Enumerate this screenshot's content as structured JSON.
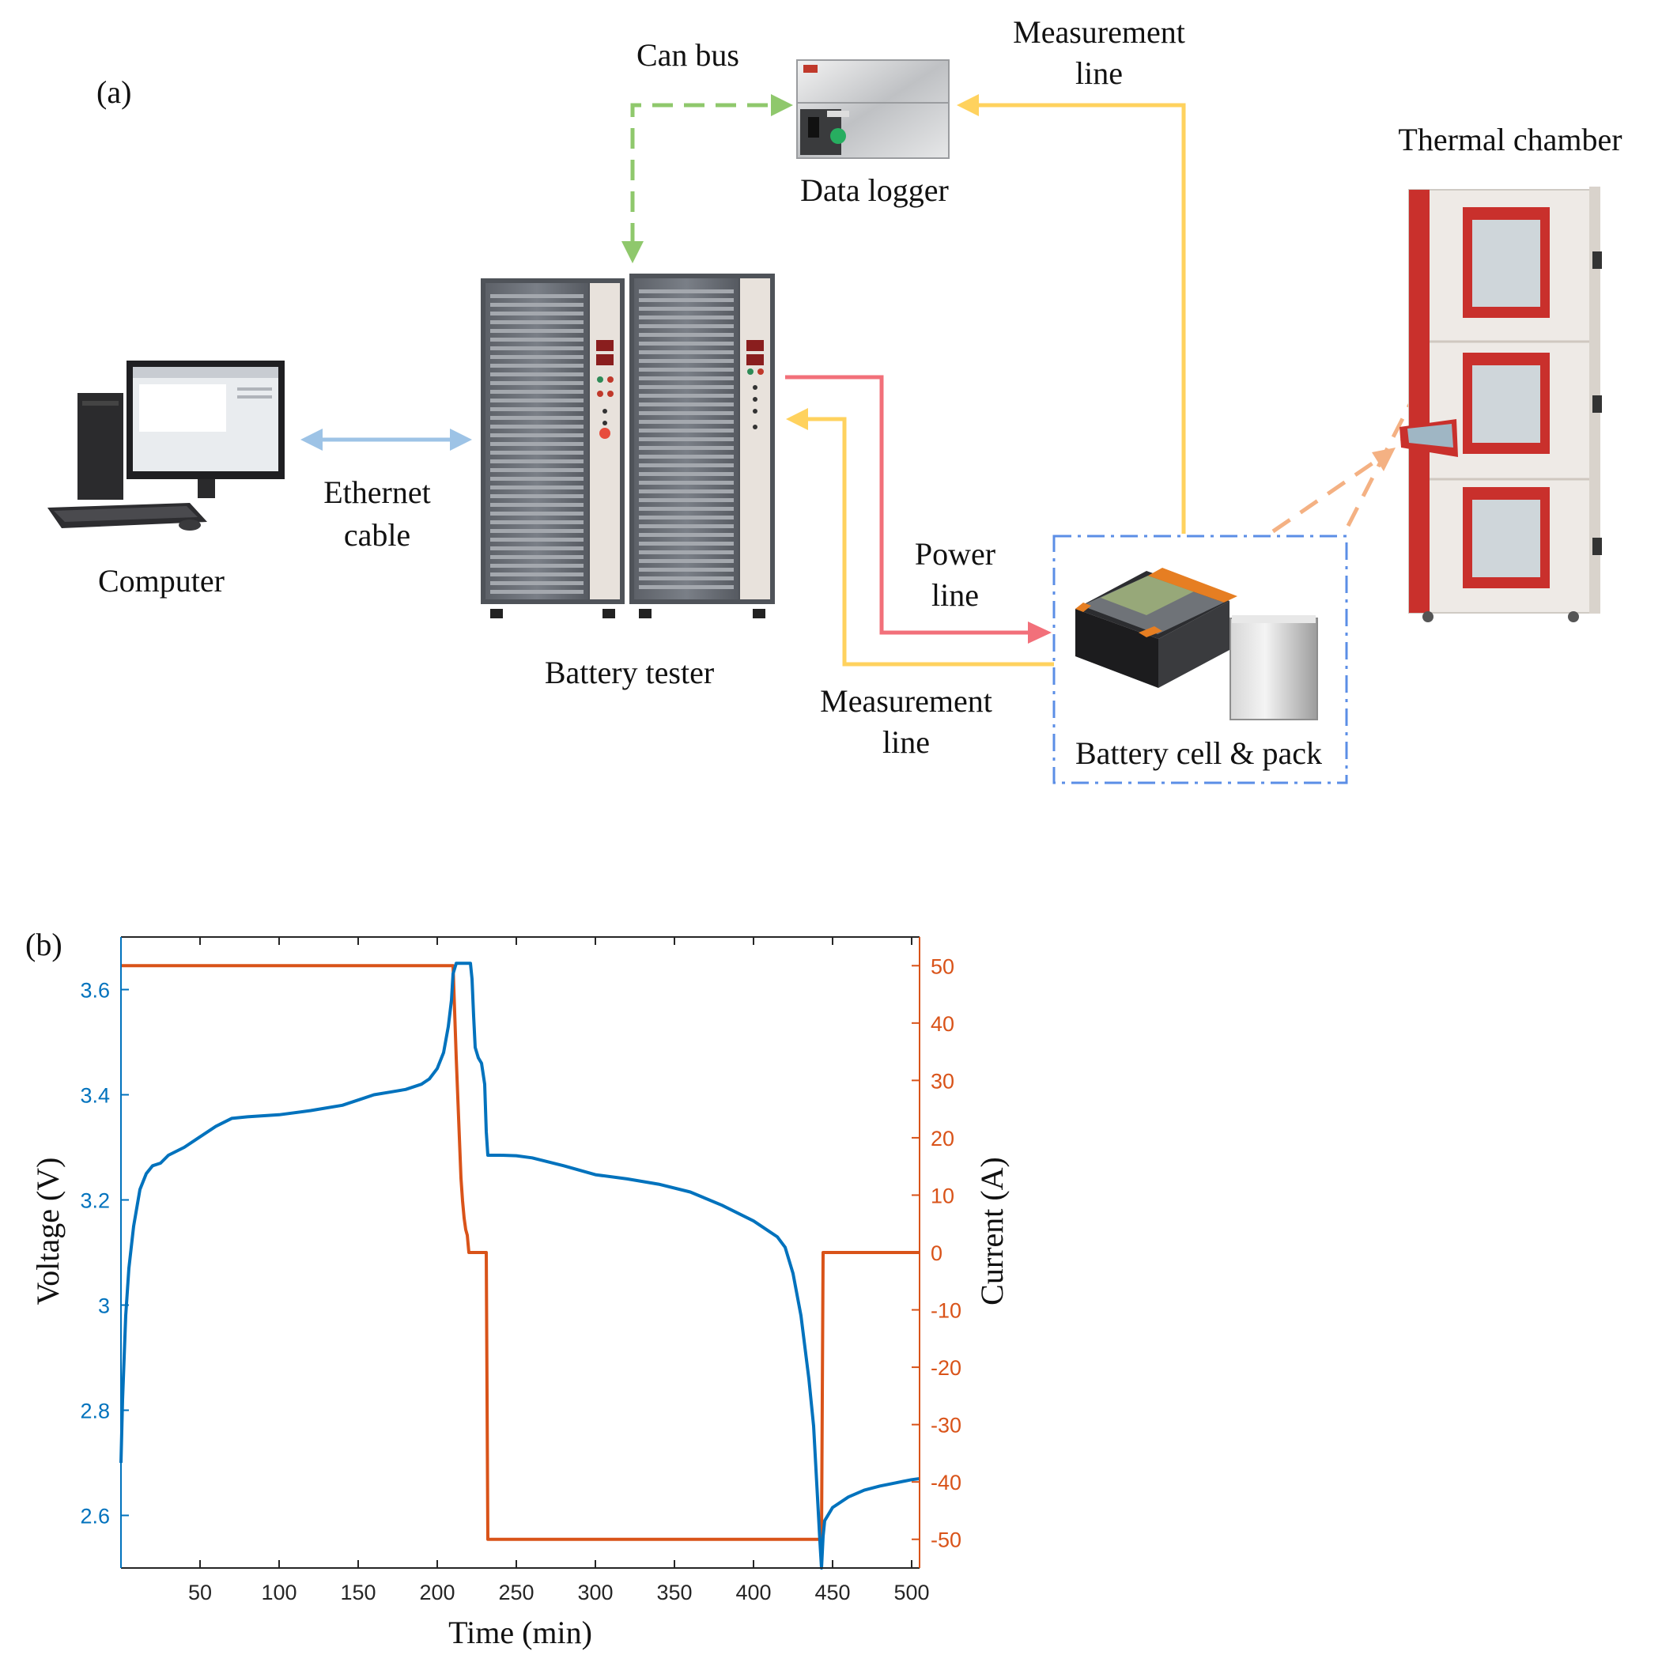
{
  "panel_a": {
    "panel_label": "(a)",
    "labels": {
      "can_bus": "Can bus",
      "measurement_top_1": "Measurement",
      "measurement_top_2": "line",
      "data_logger": "Data logger",
      "thermal_chamber": "Thermal chamber",
      "ethernet_1": "Ethernet",
      "ethernet_2": "cable",
      "computer": "Computer",
      "battery_tester": "Battery tester",
      "power_1": "Power",
      "power_2": "line",
      "measurement_bottom_1": "Measurement",
      "measurement_bottom_2": "line",
      "battery_cell_pack": "Battery cell & pack"
    },
    "colors": {
      "ethernet": "#9dc3e6",
      "can_bus": "#8fc86c",
      "measurement": "#ffd25e",
      "power": "#f2707a",
      "thermal": "#f4b183",
      "battery_box": "#5b8ee6"
    },
    "icons": {
      "computer": "desktop-computer-icon",
      "battery_tester": "battery-tester-cabinet-icon",
      "data_logger": "data-logger-icon",
      "thermal_chamber": "thermal-chamber-icon",
      "battery_pack": "battery-pack-icon",
      "battery_cell": "battery-cell-icon"
    }
  },
  "panel_b": {
    "panel_label": "(b)"
  },
  "chart_data": {
    "type": "line",
    "xlabel": "Time (min)",
    "ylabel_left": "Voltage (V)",
    "ylabel_right": "Current (A)",
    "xlim": [
      0,
      505
    ],
    "ylim_left": [
      2.5,
      3.7
    ],
    "ylim_right": [
      -55,
      55
    ],
    "xticks": [
      50,
      100,
      150,
      200,
      250,
      300,
      350,
      400,
      450,
      500
    ],
    "yticks_left": [
      2.6,
      2.8,
      3,
      3.2,
      3.4,
      3.6
    ],
    "yticks_right": [
      50,
      40,
      30,
      20,
      10,
      0,
      -10,
      -20,
      -30,
      -40,
      -50
    ],
    "series": [
      {
        "name": "Voltage (V)",
        "axis": "left",
        "color": "#0072bd",
        "x": [
          0,
          1,
          3,
          5,
          8,
          12,
          16,
          20,
          25,
          30,
          40,
          50,
          60,
          70,
          80,
          100,
          120,
          140,
          150,
          160,
          170,
          180,
          190,
          195,
          200,
          204,
          207,
          209,
          210,
          212,
          214,
          216,
          218,
          220,
          221,
          222,
          223,
          224,
          226,
          228,
          230,
          231,
          232,
          240,
          250,
          260,
          280,
          300,
          320,
          340,
          360,
          380,
          400,
          410,
          415,
          420,
          425,
          430,
          435,
          438,
          440,
          442,
          443,
          444,
          445,
          450,
          460,
          470,
          480,
          490,
          500,
          505
        ],
        "values": [
          2.7,
          2.82,
          2.98,
          3.07,
          3.15,
          3.22,
          3.25,
          3.265,
          3.27,
          3.285,
          3.3,
          3.32,
          3.34,
          3.355,
          3.358,
          3.362,
          3.37,
          3.38,
          3.39,
          3.4,
          3.405,
          3.41,
          3.42,
          3.43,
          3.45,
          3.48,
          3.53,
          3.58,
          3.63,
          3.65,
          3.65,
          3.65,
          3.65,
          3.65,
          3.65,
          3.62,
          3.55,
          3.49,
          3.47,
          3.46,
          3.42,
          3.33,
          3.285,
          3.285,
          3.284,
          3.28,
          3.265,
          3.248,
          3.24,
          3.23,
          3.215,
          3.19,
          3.16,
          3.14,
          3.13,
          3.11,
          3.06,
          2.98,
          2.86,
          2.77,
          2.66,
          2.55,
          2.5,
          2.56,
          2.59,
          2.615,
          2.635,
          2.648,
          2.656,
          2.662,
          2.668,
          2.67
        ]
      },
      {
        "name": "Current (A)",
        "axis": "right",
        "color": "#d95319",
        "x": [
          0,
          200,
          208,
          209,
          210,
          211,
          212,
          213,
          214,
          215,
          216,
          217,
          218,
          219,
          220,
          221,
          222,
          231,
          232,
          440,
          443,
          444,
          505
        ],
        "values": [
          50,
          50,
          50,
          50,
          50,
          42,
          34,
          27,
          20,
          13,
          9,
          6,
          4,
          3,
          0,
          0,
          0,
          0,
          -50,
          -50,
          -50,
          0,
          0
        ]
      }
    ]
  }
}
